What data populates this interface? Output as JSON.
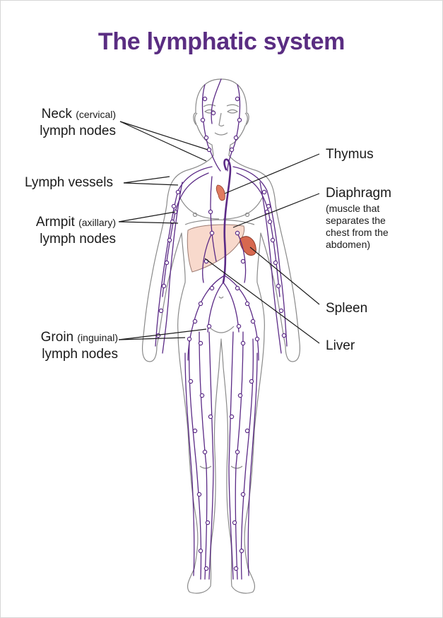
{
  "title": "The lymphatic system",
  "labels": {
    "neck_main": "Neck",
    "neck_qual": "(cervical)",
    "neck_line2": "lymph nodes",
    "vessels": "Lymph vessels",
    "armpit_main": "Armpit",
    "armpit_qual": "(axillary)",
    "armpit_line2": "lymph nodes",
    "groin_main": "Groin",
    "groin_qual": "(inguinal)",
    "groin_line2": "lymph nodes",
    "thymus": "Thymus",
    "diaphragm": "Diaphragm",
    "diaphragm_note_1": "(muscle that",
    "diaphragm_note_2": "separates the",
    "diaphragm_note_3": "chest from the",
    "diaphragm_note_4": "abdomen)",
    "spleen": "Spleen",
    "liver": "Liver"
  },
  "colors": {
    "title": "#5a2d82",
    "vessel": "#5b2a86",
    "body_outline": "#8a8a8a",
    "liver": "#f8d9cc",
    "spleen": "#d7684f",
    "thymus": "#e07b5f"
  }
}
